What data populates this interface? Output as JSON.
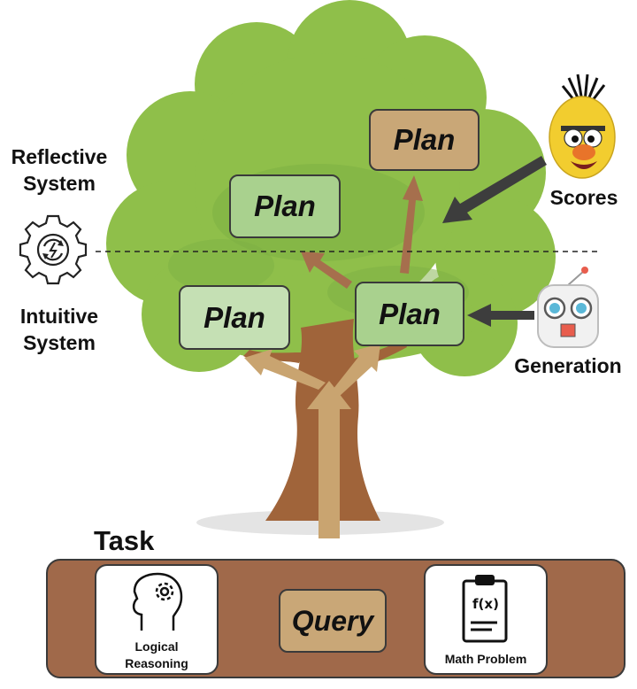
{
  "systems": {
    "reflective": [
      "Reflective",
      "System"
    ],
    "intuitive": [
      "Intuitive",
      "System"
    ]
  },
  "plans": [
    {
      "id": "plan-top-right",
      "label": "Plan",
      "style": "tan"
    },
    {
      "id": "plan-top-left",
      "label": "Plan",
      "style": "green"
    },
    {
      "id": "plan-bottom-left",
      "label": "Plan",
      "style": "light"
    },
    {
      "id": "plan-bottom-right",
      "label": "Plan",
      "style": "green"
    }
  ],
  "agents": {
    "scores": "Scores",
    "generation": "Generation"
  },
  "task": {
    "title": "Task",
    "query": "Query",
    "cards": [
      {
        "label_lines": [
          "Logical",
          "Reasoning"
        ],
        "icon": "head-gear-icon"
      },
      {
        "label_lines": [
          "Math Problem"
        ],
        "icon": "clipboard-fx-icon"
      }
    ],
    "fx_text": "f(x)"
  },
  "colors": {
    "foliage": "#8fbf4a",
    "foliage_dark": "#79aa3c",
    "trunk": "#a0643a",
    "arrow": "#c9a470",
    "task_bar": "#a0694a",
    "plan_tan": "#c9a777",
    "plan_green": "#a9d18e"
  }
}
